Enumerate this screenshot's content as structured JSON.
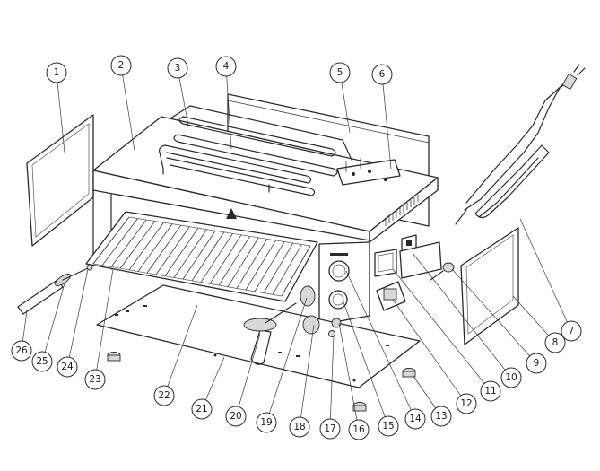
{
  "callouts": [
    {
      "label": "1"
    },
    {
      "label": "2"
    },
    {
      "label": "3"
    },
    {
      "label": "4"
    },
    {
      "label": "5"
    },
    {
      "label": "6"
    },
    {
      "label": "7"
    },
    {
      "label": "8"
    },
    {
      "label": "9"
    },
    {
      "label": "10"
    },
    {
      "label": "11"
    },
    {
      "label": "12"
    },
    {
      "label": "13"
    },
    {
      "label": "14"
    },
    {
      "label": "15"
    },
    {
      "label": "16"
    },
    {
      "label": "17"
    },
    {
      "label": "18"
    },
    {
      "label": "19"
    },
    {
      "label": "20"
    },
    {
      "label": "21"
    },
    {
      "label": "22"
    },
    {
      "label": "23"
    },
    {
      "label": "24"
    },
    {
      "label": "25"
    },
    {
      "label": "26"
    }
  ],
  "colors": {
    "line": "#2a2a2a",
    "background": "#ffffff"
  },
  "icons": [
    "warning-triangle-icon",
    "power-plug-icon",
    "control-knob-icon"
  ]
}
